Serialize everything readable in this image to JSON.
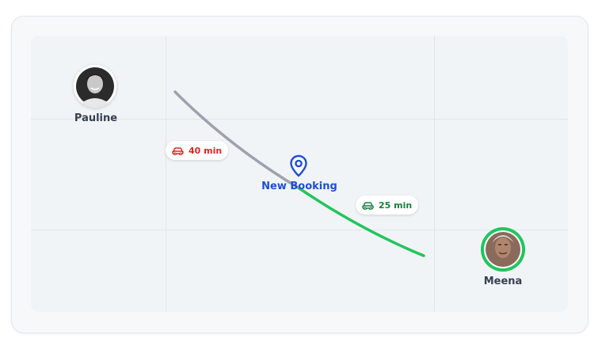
{
  "map": {
    "colors": {
      "background": "#f1f4f7",
      "slow_route": "#9ca3af",
      "fast_route": "#22c55e",
      "booking_accent": "#1d4ed8"
    }
  },
  "people": {
    "pauline": {
      "name": "Pauline",
      "avatar_icon": "person-photo"
    },
    "meena": {
      "name": "Meena",
      "avatar_icon": "person-photo",
      "highlight_color": "#22c55e"
    }
  },
  "booking": {
    "label": "New Booking",
    "icon": "map-pin-icon"
  },
  "etas": {
    "slow": {
      "text": "40 min",
      "icon": "car-icon",
      "color": "#dc2626"
    },
    "fast": {
      "text": "25 min",
      "icon": "car-icon",
      "color": "#15803d"
    }
  }
}
